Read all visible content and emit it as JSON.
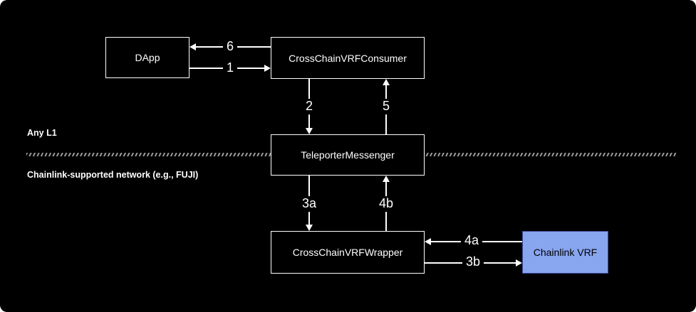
{
  "regions": {
    "any_l1": "Any L1",
    "chainlink_network": "Chainlink-supported network (e.g., FUJI)"
  },
  "nodes": {
    "dapp": {
      "label": "DApp"
    },
    "consumer": {
      "label": "CrossChainVRFConsumer"
    },
    "teleporter": {
      "label": "TeleporterMessenger"
    },
    "wrapper": {
      "label": "CrossChainVRFWrapper"
    },
    "chainlink_vrf": {
      "label": "Chainlink VRF"
    }
  },
  "edges": {
    "e1": {
      "label": "1",
      "from": "dapp",
      "to": "consumer"
    },
    "e6": {
      "label": "6",
      "from": "consumer",
      "to": "dapp"
    },
    "e2": {
      "label": "2",
      "from": "consumer",
      "to": "teleporter"
    },
    "e5": {
      "label": "5",
      "from": "teleporter",
      "to": "consumer"
    },
    "e3a": {
      "label": "3a",
      "from": "teleporter",
      "to": "wrapper"
    },
    "e4b": {
      "label": "4b",
      "from": "wrapper",
      "to": "teleporter"
    },
    "e3b": {
      "label": "3b",
      "from": "wrapper",
      "to": "chainlink_vrf"
    },
    "e4a": {
      "label": "4a",
      "from": "chainlink_vrf",
      "to": "wrapper"
    }
  },
  "colors": {
    "background": "#000000",
    "box_fill": "#000000",
    "box_border": "#ffffff",
    "text": "#ffffff",
    "chainlink_fill": "#88A5F0",
    "chainlink_border": "#3B4C9B",
    "chainlink_text": "#000000",
    "divider": "#9a9a9a"
  }
}
